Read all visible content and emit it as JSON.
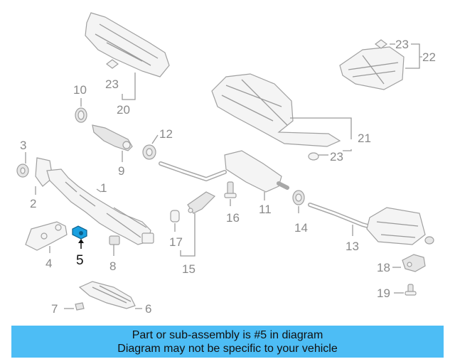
{
  "callouts": {
    "c1": "1",
    "c2": "2",
    "c3": "3",
    "c4": "4",
    "c5": "5",
    "c6": "6",
    "c7": "7",
    "c8": "8",
    "c9": "9",
    "c10": "10",
    "c11": "11",
    "c12": "12",
    "c13": "13",
    "c14": "14",
    "c15": "15",
    "c16": "16",
    "c17": "17",
    "c18": "18",
    "c19": "19",
    "c20": "20",
    "c21": "21",
    "c22": "22",
    "c23a": "23",
    "c23b": "23",
    "c23c": "23"
  },
  "highlight": {
    "part": "5",
    "color": "#1aa0e0"
  },
  "banner": {
    "line1": "Part or sub-assembly is #5 in diagram",
    "line2": "Diagram may not be specific to your vehicle",
    "color": "#4dbdf5"
  }
}
